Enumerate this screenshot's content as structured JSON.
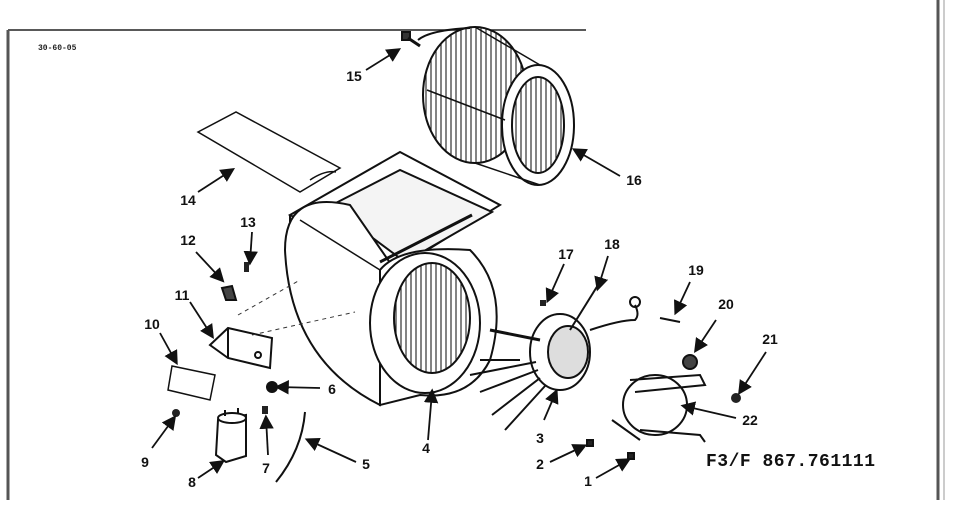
{
  "diagram_code": "30-60-05",
  "model_number": "F3/F 867.761111",
  "callouts": [
    {
      "id": "1",
      "label": "1"
    },
    {
      "id": "2",
      "label": "2"
    },
    {
      "id": "3",
      "label": "3"
    },
    {
      "id": "4",
      "label": "4"
    },
    {
      "id": "5",
      "label": "5"
    },
    {
      "id": "6",
      "label": "6"
    },
    {
      "id": "7",
      "label": "7"
    },
    {
      "id": "8",
      "label": "8"
    },
    {
      "id": "9",
      "label": "9"
    },
    {
      "id": "10",
      "label": "10"
    },
    {
      "id": "11",
      "label": "11"
    },
    {
      "id": "12",
      "label": "12"
    },
    {
      "id": "13",
      "label": "13"
    },
    {
      "id": "14",
      "label": "14"
    },
    {
      "id": "15",
      "label": "15"
    },
    {
      "id": "16",
      "label": "16"
    },
    {
      "id": "17",
      "label": "17"
    },
    {
      "id": "18",
      "label": "18"
    },
    {
      "id": "19",
      "label": "19"
    },
    {
      "id": "20",
      "label": "20"
    },
    {
      "id": "21",
      "label": "21"
    },
    {
      "id": "22",
      "label": "22"
    }
  ]
}
